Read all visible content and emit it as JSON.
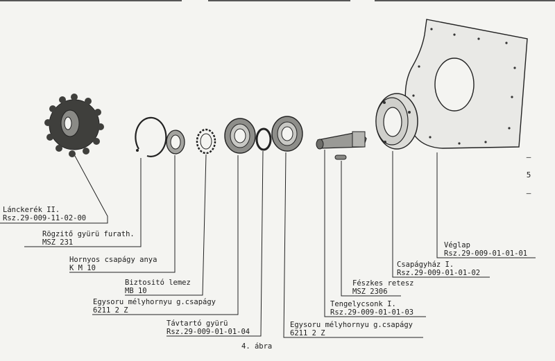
{
  "caption": "4. ábra",
  "page_number": "5",
  "parts": [
    {
      "id": "lanckerek",
      "name": "Lánckerék II.",
      "code": "Rsz.29-009-11-02-00"
    },
    {
      "id": "rogzito",
      "name": "Rögzitő gyürü furath.",
      "code": "MSZ 231"
    },
    {
      "id": "hornyos",
      "name": "Hornyos csapágy anya",
      "code": "K M 10"
    },
    {
      "id": "biztosito",
      "name": "Biztositó lemez",
      "code": "MB 10"
    },
    {
      "id": "egysoru1",
      "name": "Egysoru mélyhornyu g.csapágy",
      "code": "6211  2 Z"
    },
    {
      "id": "tavtarto",
      "name": "Távtartó gyürü",
      "code": "Rsz.29-009-01-01-04"
    },
    {
      "id": "egysoru2",
      "name": "Egysoru mélyhornyu g.csapágy",
      "code": "6211  2  Z"
    },
    {
      "id": "tengelycsonk",
      "name": "Tengelycsonk I.",
      "code": "Rsz.29-009-01-01-03"
    },
    {
      "id": "feszkes",
      "name": "Fészkes retesz",
      "code": "MSZ 2306"
    },
    {
      "id": "csapagyhaz",
      "name": "Csapágyház I.",
      "code": "Rsz.29-009-01-01-02"
    },
    {
      "id": "veglap",
      "name": "Véglap",
      "code": "Rsz.29-009-01-01-01"
    }
  ]
}
